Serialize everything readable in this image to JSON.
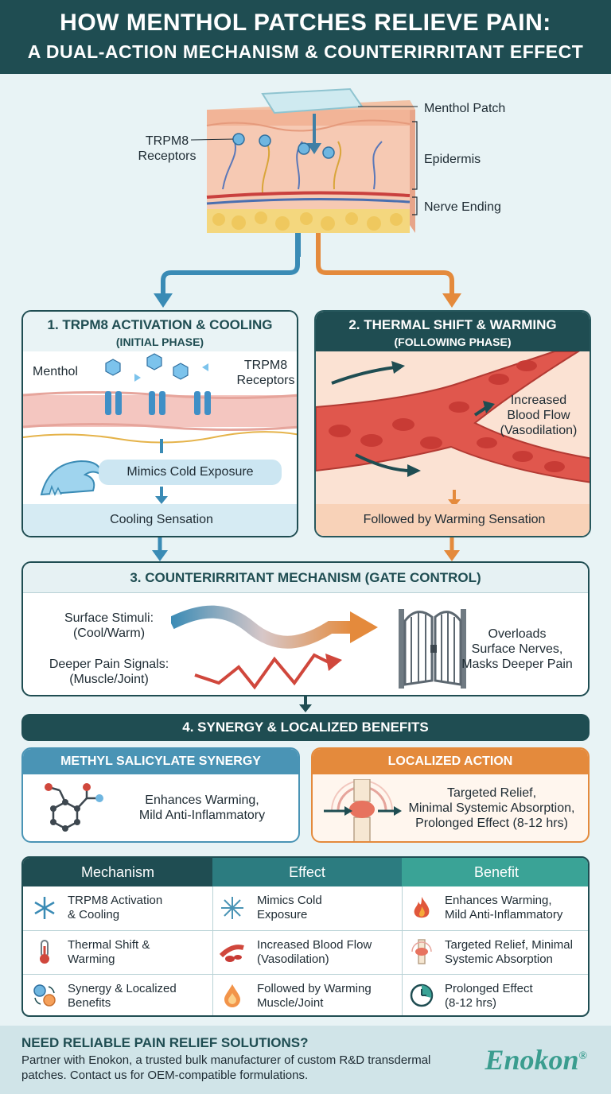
{
  "header": {
    "title": "HOW MENTHOL PATCHES RELIEVE PAIN:",
    "subtitle": "A DUAL-ACTION MECHANISM & COUNTERIRRITANT EFFECT"
  },
  "skin": {
    "menthol_patch": "Menthol Patch",
    "trpm8": "TRPM8\nReceptors",
    "epidermis": "Epidermis",
    "nerve_ending": "Nerve Ending"
  },
  "panel1": {
    "title": "1. TRPM8 ACTIVATION & COOLING",
    "subtitle": "(INITIAL PHASE)",
    "menthol": "Menthol",
    "receptors": "TRPM8\nReceptors",
    "mimics": "Mimics Cold Exposure",
    "result": "Cooling Sensation"
  },
  "panel2": {
    "title": "2. THERMAL SHIFT & WARMING",
    "subtitle": "(FOLLOWING PHASE)",
    "blood_flow": "Increased\nBlood Flow\n(Vasodilation)",
    "result": "Followed by Warming Sensation"
  },
  "panel3": {
    "title": "3. COUNTERIRRITANT MECHANISM (GATE CONTROL)",
    "surface": "Surface Stimuli:\n(Cool/Warm)",
    "deeper": "Deeper Pain Signals:\n(Muscle/Joint)",
    "overloads": "Overloads\nSurface Nerves,\nMasks Deeper Pain"
  },
  "panel4": {
    "title": "4. SYNERGY & LOCALIZED BENEFITS",
    "synergy_title": "METHYL SALICYLATE SYNERGY",
    "synergy_text": "Enhances Warming,\nMild Anti-Inflammatory",
    "local_title": "LOCALIZED ACTION",
    "local_text": "Targeted Relief,\nMinimal Systemic Absorption,\nProlonged Effect (8-12 hrs)"
  },
  "table": {
    "headers": [
      "Mechanism",
      "Effect",
      "Benefit"
    ],
    "rows": [
      [
        "TRPM8 Activation\n& Cooling",
        "Mimics Cold\nExposure",
        "Enhances Warming,\nMild Anti-Inflammatory"
      ],
      [
        "Thermal Shift &\nWarming",
        "Increased Blood Flow\n(Vasodilation)",
        "Targeted Relief, Minimal\nSystemic Absorption"
      ],
      [
        "Synergy & Localized\nBenefits",
        "Followed by Warming\nMuscle/Joint",
        "Prolonged Effect\n(8-12 hrs)"
      ]
    ],
    "header_colors": [
      "#1f4d52",
      "#2c7c80",
      "#3aa396"
    ]
  },
  "footer": {
    "question": "NEED RELIABLE PAIN RELIEF SOLUTIONS?",
    "text": "Partner with Enokon, a trusted bulk manufacturer of custom R&D transdermal patches. Contact us for OEM-compatible formulations.",
    "brand": "Enokon",
    "brand_mark": "®"
  },
  "colors": {
    "teal_dark": "#1f4d52",
    "blue_accent": "#4a94b5",
    "orange_accent": "#e48a3c"
  }
}
